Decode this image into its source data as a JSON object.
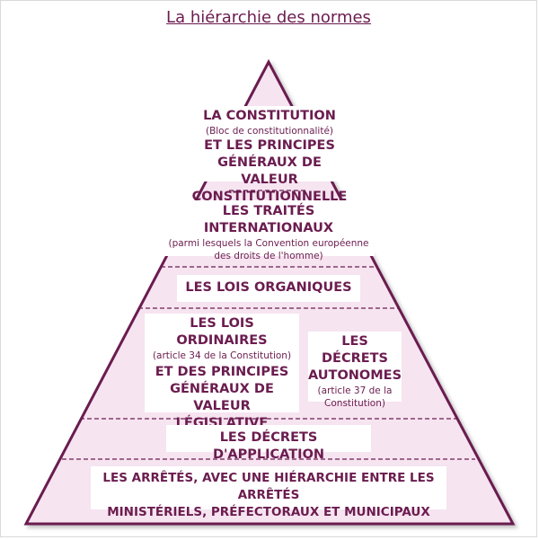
{
  "title": "La hiérarchie des normes",
  "levels": {
    "constitution": {
      "heading": "LA CONSTITUTION",
      "note": "(Bloc de constitutionnalité)",
      "line2": "ET LES PRINCIPES GÉNÉRAUX DE",
      "line3": "VALEUR CONSTITUTIONNELLE"
    },
    "traites": {
      "heading": "LES TRAITÉS INTERNATIONAUX",
      "note1": "(parmi lesquels la Convention européenne",
      "note2": "des droits de l'homme)"
    },
    "lois_organiques": {
      "heading": "LES LOIS ORGANIQUES"
    },
    "lois_ordinaires": {
      "heading": "LES LOIS ORDINAIRES",
      "note": "(article 34 de la Constitution)",
      "line2": "ET DES PRINCIPES",
      "line3": "GÉNÉRAUX DE VALEUR",
      "line4": "LÉGISLATIVE"
    },
    "decrets_autonomes": {
      "heading1": "LES DÉCRETS",
      "heading2": "AUTONOMES",
      "note1": "(article 37 de la",
      "note2": "Constitution)"
    },
    "decrets_application": {
      "heading": "LES DÉCRETS D'APPLICATION"
    },
    "arretes": {
      "line1": "LES ARRÊTÉS, AVEC UNE HIÉRARCHIE ENTRE LES ARRÊTÉS",
      "line2": "MINISTÉRIELS, PRÉFECTORAUX ET MUNICIPAUX"
    }
  },
  "colors": {
    "fill": "#f6e4f0",
    "stroke": "#6b1c4f",
    "text": "#6b1c4f"
  }
}
